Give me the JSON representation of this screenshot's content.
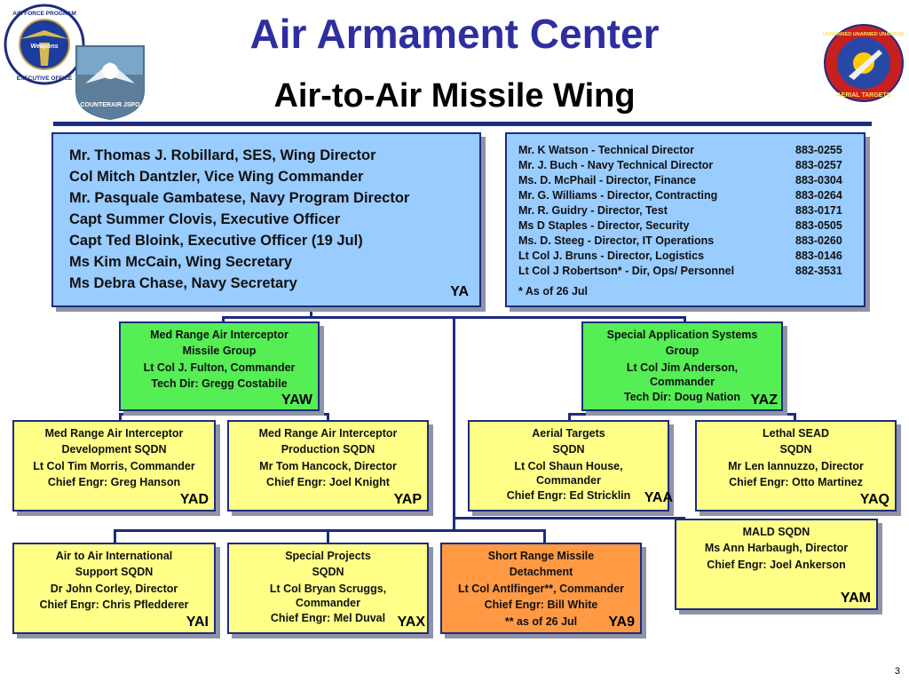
{
  "header": {
    "title": "Air Armament Center",
    "subtitle": "Air-to-Air Missile Wing"
  },
  "logos": {
    "left1_top_text": "AIR FORCE PROGRAM",
    "left1_bottom_text": "EXECUTIVE OFFICE",
    "left1_center_text": "Weapons",
    "left2_text": "COUNTERAIR JSPO",
    "right_top_text": "UNMANNED UNARMED UNAFRAID",
    "right_bottom_text": "AERIAL TARGETS"
  },
  "colors": {
    "title": "#2e2ea0",
    "border": "#1c2c7e",
    "blue_box": "#99ccff",
    "green_box": "#55ee55",
    "yellow_box": "#ffff88",
    "orange_box": "#ff9944"
  },
  "ya": {
    "lines": [
      "Mr. Thomas J. Robillard, SES, Wing Director",
      "Col Mitch Dantzler, Vice Wing Commander",
      "Mr. Pasquale Gambatese, Navy Program Director",
      "Capt Summer Clovis, Executive Officer",
      "Capt Ted Bloink, Executive Officer  (19 Jul)",
      "Ms Kim McCain, Wing Secretary",
      "Ms Debra Chase, Navy Secretary"
    ],
    "code": "YA"
  },
  "staff": {
    "rows": [
      {
        "name": "Mr. K Watson - Technical Director",
        "phone": "883-0255"
      },
      {
        "name": "Mr. J. Buch - Navy Technical Director",
        "phone": "883-0257"
      },
      {
        "name": "Ms. D. McPhail - Director, Finance",
        "phone": "883-0304"
      },
      {
        "name": "Mr. G. Williams - Director, Contracting",
        "phone": "883-0264"
      },
      {
        "name": "Mr. R. Guidry  - Director, Test",
        "phone": "883-0171"
      },
      {
        "name": "Ms D Staples - Director, Security",
        "phone": "883-0505"
      },
      {
        "name": "Ms. D. Steeg - Director, IT Operations",
        "phone": "883-0260"
      },
      {
        "name": "Lt Col J. Bruns - Director, Logistics",
        "phone": "883-0146"
      },
      {
        "name": "Lt Col J Robertson* - Dir, Ops/ Personnel",
        "phone": "882-3531"
      }
    ],
    "note": "* As of 26 Jul"
  },
  "yaw": {
    "lines": [
      "Med Range Air Interceptor",
      "Missile Group",
      "Lt Col J. Fulton, Commander",
      "Tech Dir:  Gregg Costabile"
    ],
    "code": "YAW"
  },
  "yaz": {
    "lines": [
      "Special Application Systems",
      "Group",
      "Lt Col Jim Anderson,",
      "Commander",
      "Tech Dir: Doug Nation"
    ],
    "code": "YAZ"
  },
  "yad": {
    "lines": [
      "Med Range Air Interceptor",
      "Development SQDN",
      "Lt Col Tim Morris, Commander",
      "Chief Engr: Greg Hanson"
    ],
    "code": "YAD"
  },
  "yap": {
    "lines": [
      "Med Range Air Interceptor",
      "Production SQDN",
      "Mr Tom Hancock, Director",
      "Chief Engr: Joel Knight"
    ],
    "code": "YAP"
  },
  "yaa": {
    "lines": [
      "Aerial Targets",
      "SQDN",
      "Lt Col Shaun House,",
      "Commander",
      "Chief Engr: Ed Stricklin"
    ],
    "code": "YAA"
  },
  "yaq": {
    "lines": [
      "Lethal SEAD",
      "SQDN",
      "Mr Len Iannuzzo, Director",
      "Chief Engr: Otto Martinez"
    ],
    "code": "YAQ"
  },
  "yam": {
    "lines": [
      "MALD SQDN",
      "Ms Ann Harbaugh, Director",
      "Chief Engr: Joel Ankerson"
    ],
    "code": "YAM"
  },
  "yai": {
    "lines": [
      "Air to Air International",
      "Support SQDN",
      "Dr John Corley, Director",
      "Chief Engr: Chris Pfledderer"
    ],
    "code": "YAI"
  },
  "yax": {
    "lines": [
      "Special Projects",
      "SQDN",
      "Lt Col Bryan Scruggs,",
      "Commander",
      "Chief Engr: Mel Duval"
    ],
    "code": "YAX"
  },
  "ya9": {
    "lines": [
      "Short Range Missile",
      "Detachment",
      "Lt Col Antlfinger**, Commander",
      "Chief Engr: Bill White",
      "** as of 26 Jul"
    ],
    "code": "YA9"
  },
  "footer": {
    "page_number": "3"
  }
}
